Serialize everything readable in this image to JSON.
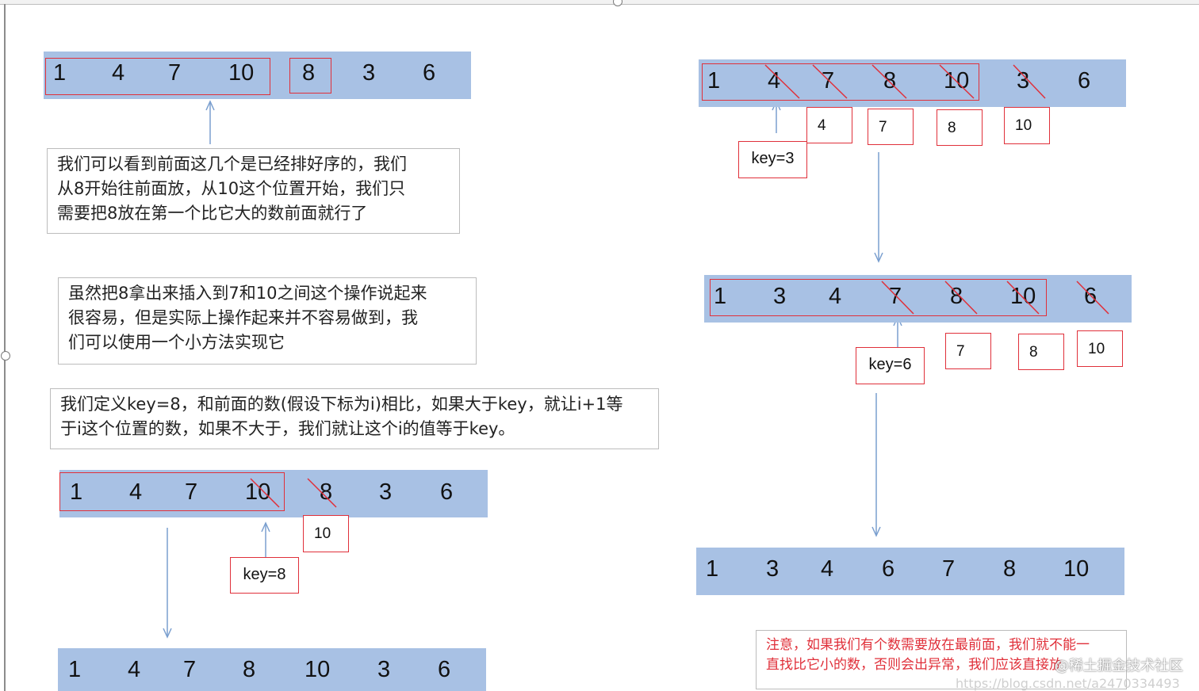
{
  "texts": {
    "c1": [
      "我们可以看到前面这几个是已经排好序的，我们",
      "从8开始往前面放，从10这个位置开始，我们只",
      "需要把8放在第一个比它大的数前面就行了"
    ],
    "c2": [
      "虽然把8拿出来插入到7和10之间这个操作说起来",
      "很容易，但是实际上操作起来并不容易做到，我",
      "们可以使用一个小方法实现它"
    ],
    "c3": [
      "我们定义key=8，和前面的数(假设下标为i)相比，如果大于key，就让i+1等",
      "于i这个位置的数，如果不大于，我们就让这个i的值等于key。"
    ],
    "note": [
      "注意，如果我们有个数需要放在最前面，我们就不能一",
      "直找比它小的数，否则会出异常，我们应该直接放"
    ],
    "watermark": "@稀土掘金技术社区",
    "url": "https://blog.csdn.net/a2470334493"
  },
  "arrays": {
    "a1": [
      "1",
      "4",
      "7",
      "10",
      "8",
      "3",
      "6"
    ],
    "a2": [
      "1",
      "4",
      "7",
      "10",
      "8",
      "3",
      "6"
    ],
    "a3": [
      "1",
      "4",
      "7",
      "8",
      "10",
      "3",
      "6"
    ],
    "r1": [
      "1",
      "4",
      "7",
      "8",
      "10",
      "3",
      "6"
    ],
    "r2": [
      "1",
      "3",
      "4",
      "7",
      "8",
      "10",
      "6"
    ],
    "r3": [
      "1",
      "3",
      "4",
      "6",
      "7",
      "8",
      "10"
    ]
  },
  "keys": {
    "k8": "key=8",
    "k3": "key=3",
    "k6": "key=6"
  },
  "shifted": {
    "s1": [
      "10"
    ],
    "s2": [
      "4",
      "7",
      "8",
      "10"
    ],
    "s3": [
      "7",
      "8",
      "10"
    ]
  },
  "colors": {
    "bar": "#a8c1e4",
    "red_outline": "#e0303a",
    "arrow": "#7a9fcf",
    "note_text": "#e0303a"
  }
}
